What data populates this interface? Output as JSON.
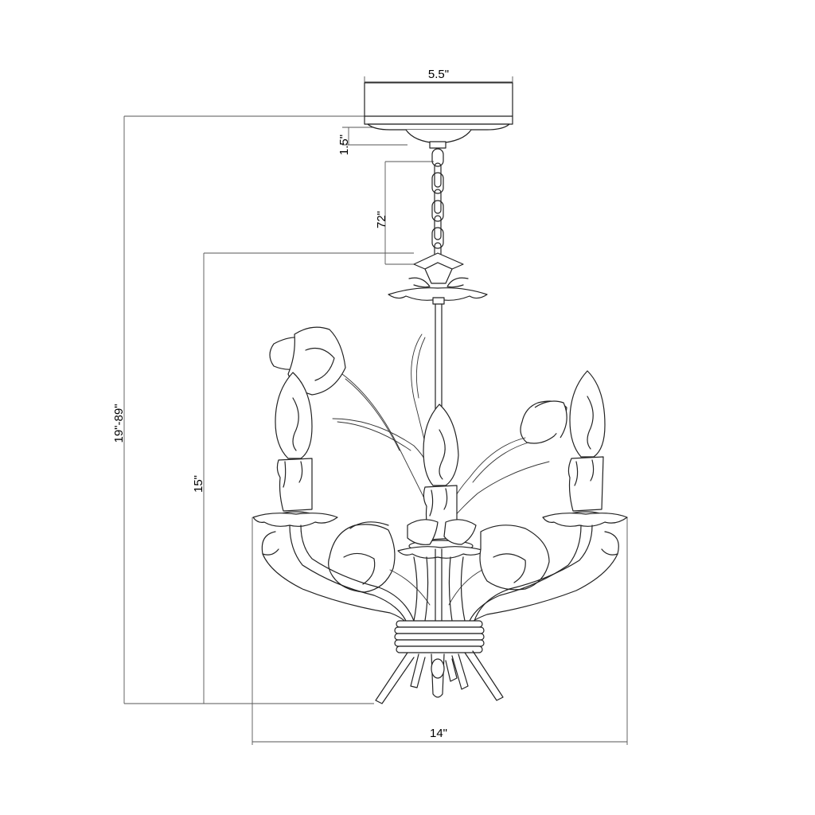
{
  "dimensions": {
    "canopy_width": "5.5\"",
    "canopy_height": "1.5\"",
    "chain_length": "72\"",
    "overall_height": "19\"-89\"",
    "body_height": "15\"",
    "body_width": "14\""
  },
  "colors": {
    "line": "#222222",
    "dimension_line": "#555555",
    "background": "#ffffff"
  }
}
